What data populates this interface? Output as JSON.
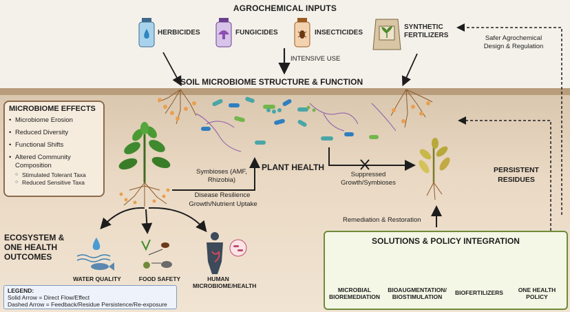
{
  "header": {
    "title": "AGROCHEMICAL INPUTS"
  },
  "inputs": [
    {
      "label": "HERBICIDES",
      "icon": "herbicide-bottle-icon",
      "color": "#3d8fbf"
    },
    {
      "label": "FUNGICIDES",
      "icon": "fungicide-bottle-icon",
      "color": "#7b4fa0"
    },
    {
      "label": "INSECTICIDES",
      "icon": "insecticide-bottle-icon",
      "color": "#c77a2e"
    },
    {
      "label": "SYNTHETIC FERTILIZERS",
      "icon": "fertilizer-bag-icon",
      "color": "#6a8a3a"
    }
  ],
  "intensive_use": "INTENSIVE USE",
  "safer_design": "Safer Agrochemical Design & Regulation",
  "soil_title": "SOIL MICROBIOME STRUCTURE & FUNCTION",
  "effects": {
    "title": "MICROBIOME EFFECTS",
    "items": [
      "Microbiome Erosion",
      "Reduced Diversity",
      "Functional Shifts",
      "Altered Community Composition"
    ],
    "subitems": [
      "Stimulated Tolerant Taxa",
      "Reduced Sensitive Taxa"
    ]
  },
  "plant_health": "PLANT HEALTH",
  "symbioses": "Symbioses (AMF, Rhizobia)",
  "disease_resilience": "Disease Resilience",
  "growth_uptake": "Growth/Nutrient Uptake",
  "suppressed": "Suppressed Growth/Symbioses",
  "persistent_residues": "PERSISTENT RESIDUES",
  "remediation": "Remediation & Restoration",
  "eco": {
    "title_line1": "ECOSYSTEM &",
    "title_line2": "ONE HEALTH",
    "title_line3": "OUTCOMES"
  },
  "outcomes": [
    {
      "label": "WATER QUALITY",
      "icon": "water-fish-icon"
    },
    {
      "label": "FOOD SAFETY",
      "icon": "food-chain-icon"
    },
    {
      "label": "HUMAN MICROBIOME/HEALTH",
      "icon": "human-microbiome-icon"
    }
  ],
  "solutions": {
    "title": "SOLUTIONS & POLICY INTEGRATION",
    "items": [
      {
        "label": "MICROBIAL BIOREMEDIATION",
        "icon": "bioreactor-icon"
      },
      {
        "label": "BIOAUGMENTATION/ BIOSTIMULATION",
        "icon": "soil-inoculation-icon"
      },
      {
        "label": "BIOFERTILIZERS",
        "icon": "biofertilizer-bag-icon"
      },
      {
        "label": "ONE HEALTH POLICY",
        "icon": "policy-document-icon"
      }
    ]
  },
  "legend": {
    "title": "LEGEND:",
    "solid": "Solid Arrow = Direct Flow/Effect",
    "dashed": "Dashed Arrow = Feedback/Residue Persistence/Re-exposure"
  }
}
